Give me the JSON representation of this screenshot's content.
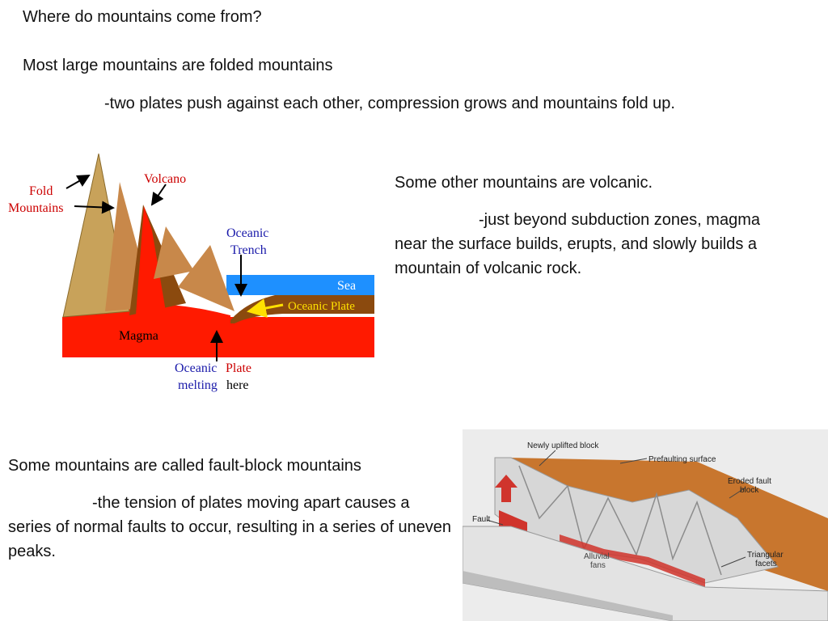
{
  "slide": {
    "title": "Where do mountains come from?",
    "folded": {
      "heading": "Most large mountains are folded mountains",
      "detail": "-two plates push against each other, compression grows and mountains fold up."
    },
    "volcanic": {
      "heading": "Some other mountains are volcanic.",
      "detail": "-just beyond subduction zones, magma near the surface builds, erupts, and slowly builds a mountain of volcanic rock."
    },
    "faultblock": {
      "heading": "Some mountains are called fault-block mountains",
      "detail": "-the tension of plates moving apart causes a series of normal faults to occur, resulting in a series of uneven peaks."
    }
  },
  "subduction_diagram": {
    "fold": "Fold",
    "mountains": "Mountains",
    "volcano": "Volcano",
    "oceanic_1": "Oceanic",
    "trench": "Trench",
    "sea": "Sea",
    "oceanic_plate": "Oceanic Plate",
    "magma": "Magma",
    "oceanic_2": "Oceanic",
    "plate": "Plate",
    "melting": "melting",
    "here": "here",
    "colors": {
      "magma": "#ff1a00",
      "sea": "#1e90ff",
      "plate": "#8b4a0e",
      "fold_tan": "#c8a25a",
      "arrow_yellow": "#ffe000",
      "label_red": "#cc0000",
      "label_blue": "#1a1aaa"
    }
  },
  "fault_diagram": {
    "newly_uplifted_block": "Newly uplifted block",
    "prefaulting_surface": "Prefaulting surface",
    "eroded_fault_block_1": "Eroded fault",
    "eroded_fault_block_2": "block",
    "fault": "Fault",
    "alluvial": "Alluvial",
    "fans": "fans",
    "triangular": "Triangular",
    "facets": "facets"
  }
}
